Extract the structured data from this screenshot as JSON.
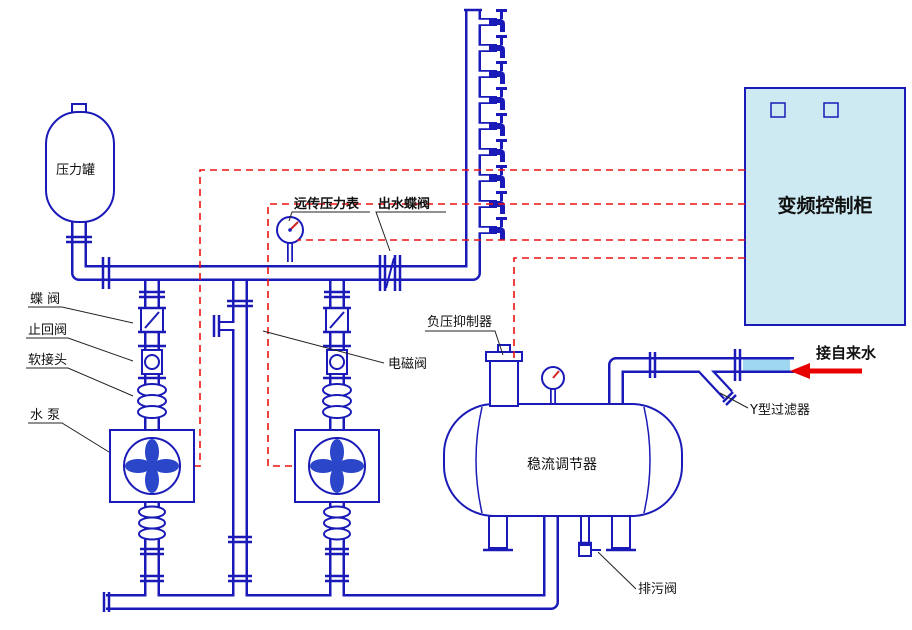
{
  "diagram": {
    "labels": {
      "pressure_tank": "压力罐",
      "butterfly_valve": "蝶 阀",
      "check_valve": "止回阀",
      "soft_joint": "软接头",
      "water_pump": "水 泵",
      "remote_pressure_gauge": "远传压力表",
      "outlet_butterfly_valve": "出水蝶阀",
      "negative_pressure_suppressor": "负压抑制器",
      "solenoid_valve": "电磁阀",
      "flow_regulator": "稳流调节器",
      "y_filter": "Y型过滤器",
      "tap_water_inlet": "接自来水",
      "drain_valve": "排污阀",
      "control_cabinet": "变频控制柜"
    },
    "colors": {
      "pipe": "#1a1ab8",
      "control_line": "#ee1111",
      "cabinet_fill": "#cdeaf2",
      "water": "#9ed7ef",
      "impeller": "#2b46c8",
      "arrow": "#e80000",
      "text": "#111111"
    }
  }
}
